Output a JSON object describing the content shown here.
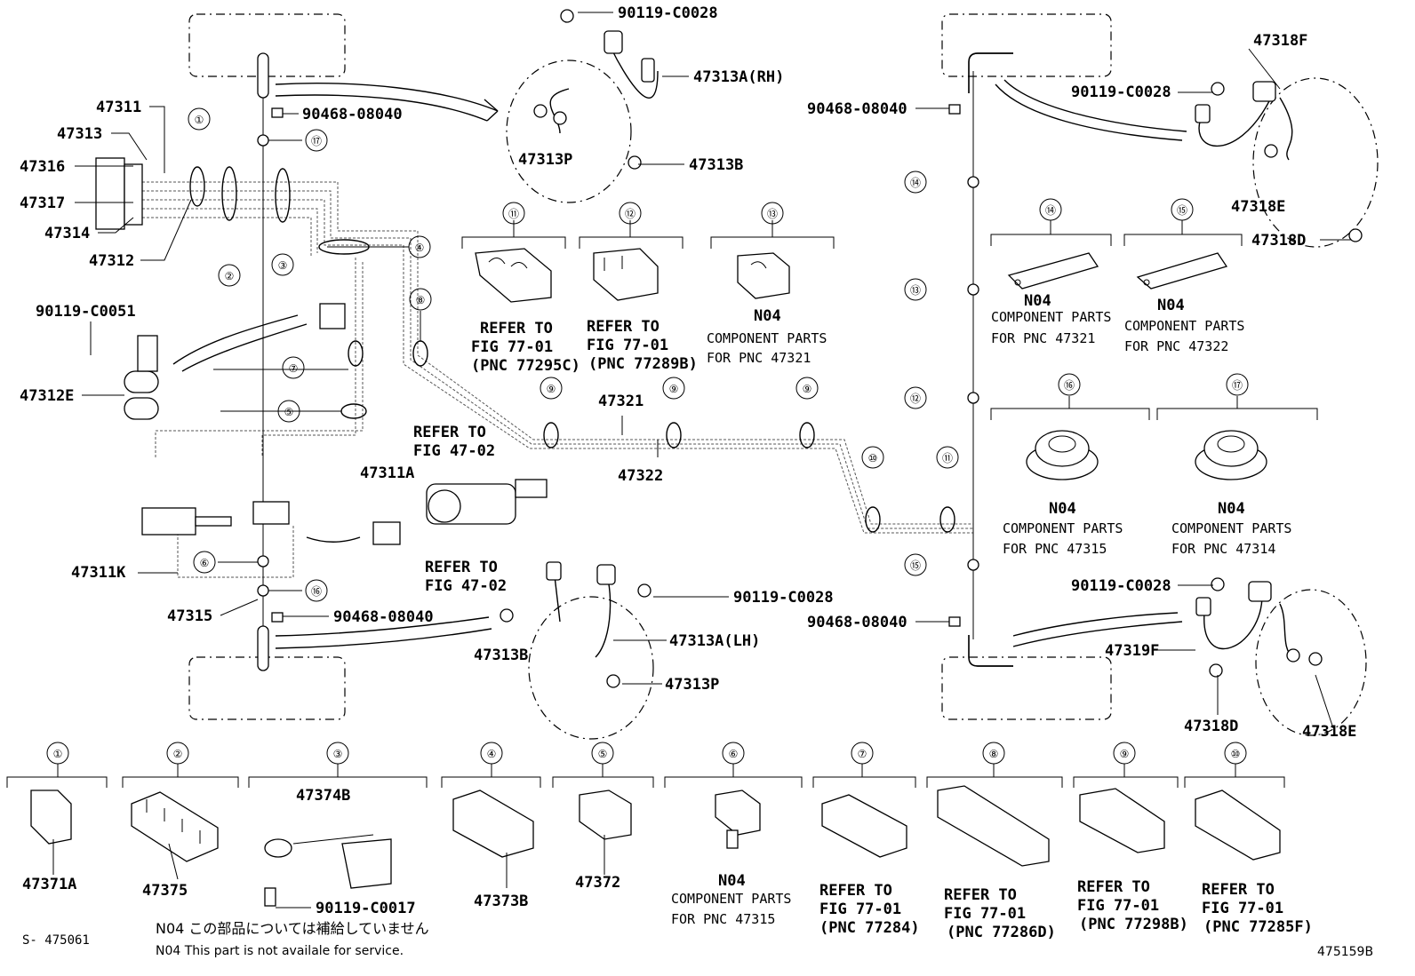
{
  "footer": {
    "code": "S- 475061",
    "note_jp": "N04 この部品については補給していません",
    "note_en": "N04 This part is not availale for service.",
    "ref": "475159B"
  },
  "parts": {
    "p90119_c0028": "90119-C0028",
    "p47313a_rh": "47313A(RH)",
    "p47313a_lh": "47313A(LH)",
    "p47313p": "47313P",
    "p47313b": "47313B",
    "p90468": "90468-08040",
    "p47311": "47311",
    "p47313": "47313",
    "p47316": "47316",
    "p47317": "47317",
    "p47314": "47314",
    "p47312": "47312",
    "p90119_c0051": "90119-C0051",
    "p47312e": "47312E",
    "p47311a": "47311A",
    "p47311k": "47311K",
    "p47315": "47315",
    "p47321": "47321",
    "p47322": "47322",
    "p47318f": "47318F",
    "p47318e": "47318E",
    "p47318d": "47318D",
    "p47319f": "47319F",
    "p47371a": "47371A",
    "p47375": "47375",
    "p47374b": "47374B",
    "p90119_c0017": "90119-C0017",
    "p47373b": "47373B",
    "p47372": "47372"
  },
  "text": {
    "refer_to": "REFER TO",
    "fig_47_02": "FIG 47-02",
    "fig_77_01": "FIG 77-01",
    "n04": "N04",
    "component_parts": "COMPONENT PARTS",
    "pnc_77295c": "(PNC 77295C)",
    "pnc_77289b": "(PNC 77289B)",
    "pnc_77284": "(PNC 77284)",
    "pnc_77286d": "(PNC 77286D)",
    "pnc_77298b": "(PNC 77298B)",
    "pnc_77285f": "(PNC 77285F)",
    "for_47321": "FOR PNC 47321",
    "for_47322": "FOR PNC 47322",
    "for_47315": "FOR PNC 47315",
    "for_47314": "FOR PNC 47314"
  },
  "circles": [
    "①",
    "②",
    "③",
    "④",
    "⑤",
    "⑥",
    "⑦",
    "⑧",
    "⑨",
    "⑩",
    "⑪",
    "⑫",
    "⑬",
    "⑭",
    "⑮",
    "⑯",
    "⑰"
  ]
}
